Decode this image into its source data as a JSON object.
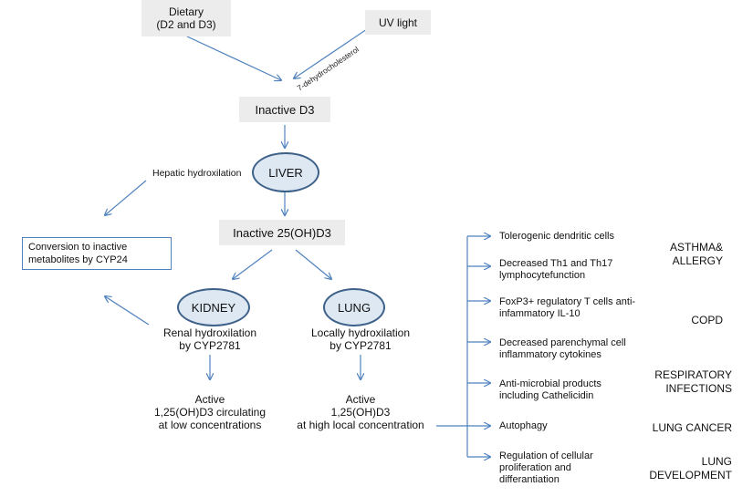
{
  "top": {
    "dietary": [
      "Dietary",
      "(D2 and D3)"
    ],
    "uv_light": "UV light",
    "precursor": "7-dehydrocholesterol"
  },
  "inactive_d3": "Inactive D3",
  "liver": "LIVER",
  "hepatic_hydroxilation": "Hepatic hydroxilation",
  "conversion": [
    "Conversion to inactive",
    "metabolites by CYP24"
  ],
  "inactive_25": "Inactive 25(OH)D3",
  "kidney": {
    "label": "KIDNEY",
    "hydroxilation": [
      "Renal hydroxilation",
      "by CYP2781"
    ],
    "active": [
      "Active",
      "1,25(OH)D3 circulating",
      "at low concentrations"
    ]
  },
  "lung": {
    "label": "LUNG",
    "hydroxilation": [
      "Locally hydroxilation",
      "by CYP2781"
    ],
    "active": [
      "Active",
      "1,25(OH)D3",
      "at high local concentration"
    ]
  },
  "effects": [
    [
      "Tolerogenic dendritic cells"
    ],
    [
      "Decreased Th1 and Th17",
      "lymphocytefunction"
    ],
    [
      "FoxP3+ regulatory T cells anti-",
      "infammatory IL-10"
    ],
    [
      "Decreased parenchymal cell",
      "inflammatory cytokines"
    ],
    [
      "Anti-microbial products",
      "including  Cathelicidin"
    ],
    [
      "Autophagy"
    ],
    [
      "Regulation of cellular",
      "proliferation and",
      "differantiation"
    ]
  ],
  "diseases": [
    [
      "ASTHMA&",
      "ALLERGY"
    ],
    [
      "COPD"
    ],
    [
      "RESPIRATORY",
      "INFECTIONS"
    ],
    [
      "LUNG CANCER"
    ],
    [
      "LUNG",
      "DEVELOPMENT"
    ]
  ],
  "colors": {
    "arrow": "#4f81bd",
    "ellipse_border": "#3e6189",
    "ellipse_fill": "#dde8f3",
    "grey_box": "#ececec"
  }
}
